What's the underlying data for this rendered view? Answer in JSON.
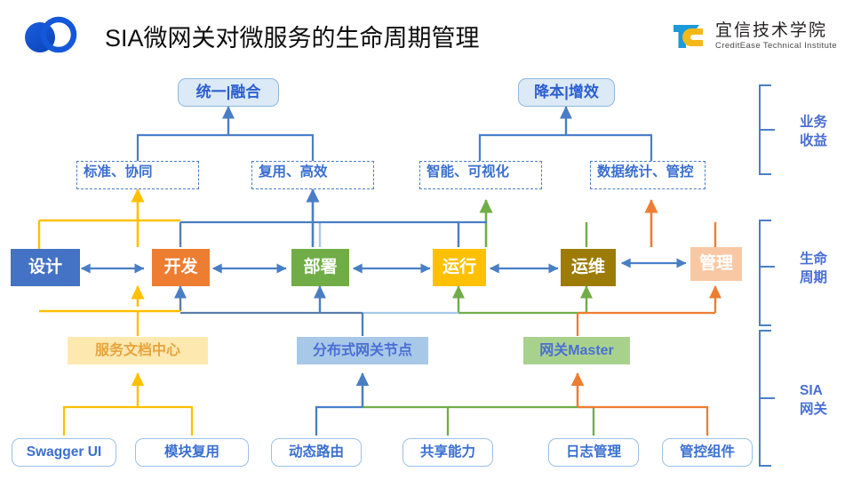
{
  "header": {
    "title": "SIA微网关对微服务的生命周期管理",
    "logo_icon": "two-circles-logo",
    "brand": {
      "icon": "creditease-tc-logo",
      "cn": "宜信技术学院",
      "en": "CreditEase Technical Institute"
    }
  },
  "colors": {
    "accent_blue": "#4472c4",
    "line_blue": "#4a7ec4",
    "line_light_blue": "#a8c8e8",
    "line_yellow": "#ffc000",
    "line_green": "#70ad47",
    "line_orange": "#ed7d31",
    "design_box": "#4472c4",
    "develop_box": "#ed7d31",
    "deploy_box": "#70ad47",
    "run_box": "#ffc000",
    "ops_box": "#9c7c06",
    "manage_box": "#f8c8a4",
    "doc_center_box": "#fde9b0",
    "gateway_node_box": "#a8c8e8",
    "gateway_master_box": "#a9d18e",
    "pill_fill": "#dce9f7",
    "text_blue": "#3a6fd0"
  },
  "benefits": [
    {
      "label": "统一|融合"
    },
    {
      "label": "降本|增效"
    }
  ],
  "capabilities": [
    {
      "label": "标准、协同"
    },
    {
      "label": "复用、高效"
    },
    {
      "label": "智能、可视化"
    },
    {
      "label": "数据统计、管控"
    }
  ],
  "lifecycle": [
    {
      "label": "设计"
    },
    {
      "label": "开发"
    },
    {
      "label": "部署"
    },
    {
      "label": "运行"
    },
    {
      "label": "运维"
    },
    {
      "label": "管理"
    }
  ],
  "platforms": [
    {
      "label": "服务文档中心"
    },
    {
      "label": "分布式网关节点"
    },
    {
      "label": "网关Master"
    }
  ],
  "components": [
    {
      "label": "Swagger UI"
    },
    {
      "label": "模块复用"
    },
    {
      "label": "动态路由"
    },
    {
      "label": "共享能力"
    },
    {
      "label": "日志管理"
    },
    {
      "label": "管控组件"
    }
  ],
  "groups": [
    {
      "label": "业务\n收益"
    },
    {
      "label": "生命\n周期"
    },
    {
      "label": "SIA\n网关"
    }
  ]
}
